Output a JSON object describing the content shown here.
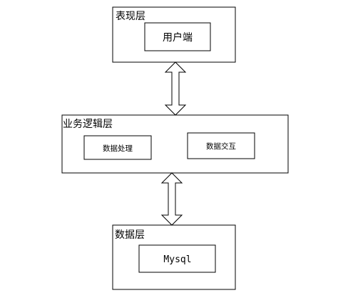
{
  "layers": {
    "presentation": {
      "title": "表现层",
      "box": "用户端"
    },
    "logic": {
      "title": "业务逻辑层",
      "box_left": "数据处理",
      "box_right": "数据交互"
    },
    "data": {
      "title": "数据层",
      "box": "Mysql"
    }
  },
  "colors": {
    "stroke": "#000000",
    "background": "#ffffff"
  }
}
